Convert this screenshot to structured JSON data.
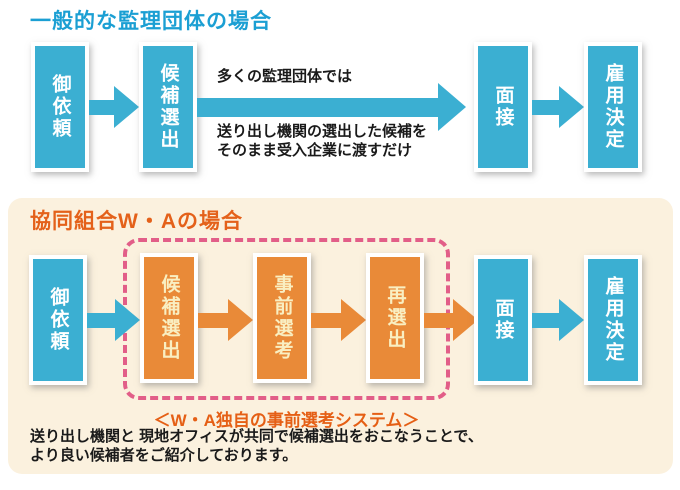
{
  "top_section": {
    "title": "一般的な監理団体の場合",
    "steps": [
      {
        "label": "御依頼"
      },
      {
        "label": "候補選出"
      },
      {
        "label": "面接"
      },
      {
        "label": "雇用決定"
      }
    ],
    "note": {
      "line1": "多くの監理団体では",
      "line2": "送り出し機関の選出した候補を",
      "line3": "そのまま受入企業に渡すだけ"
    }
  },
  "bottom_section": {
    "title": "協同組合W・Aの場合",
    "steps": [
      {
        "label": "御依頼"
      },
      {
        "label": "候補選出"
      },
      {
        "label": "事前選考"
      },
      {
        "label": "再選出"
      },
      {
        "label": "面接"
      },
      {
        "label": "雇用決定"
      }
    ],
    "system_label": "＜W・A独自の事前選考システム＞",
    "footer": {
      "line1": "送り出し機関と 現地オフィスが共同で候補選出をおこなうことで、",
      "line2": "より良い候補者をご紹介しております。"
    }
  },
  "colors": {
    "box_blue": "#3BAFD2",
    "box_orange": "#E98A38",
    "title_blue": "#1B9FD3",
    "title_orange": "#E4611A",
    "system_label_orange": "#E55F15",
    "dash_pink": "#E25E88",
    "panel_background": "#FBF1DE",
    "orange_box_text": "#F9EFC2",
    "blue_box_text": "#FFFFFF",
    "body_text": "#1A1A1A"
  }
}
